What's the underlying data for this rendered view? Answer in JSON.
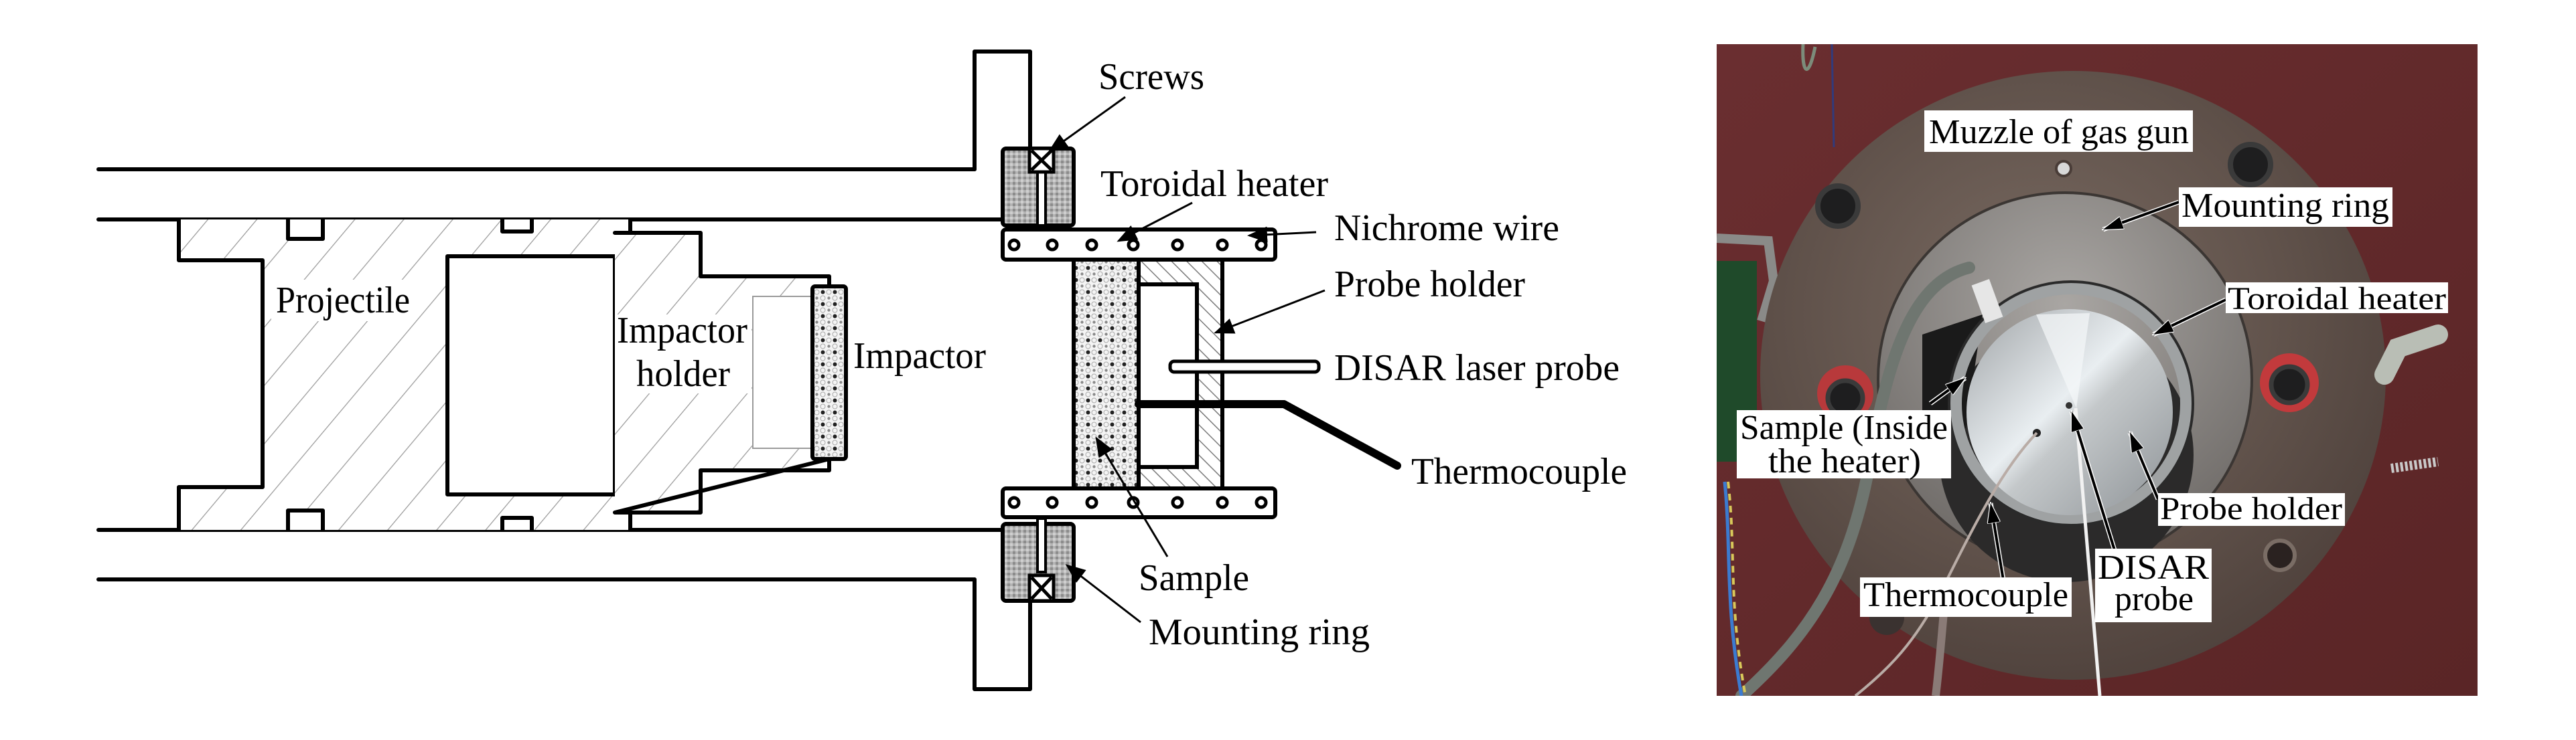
{
  "figure": {
    "schematic": {
      "labels": {
        "projectile": "Projectile",
        "impactor_holder_line1": "Impactor",
        "impactor_holder_line2": "holder",
        "impactor": "Impactor",
        "screws": "Screws",
        "toroidal_heater": "Toroidal heater",
        "nichrome_wire": "Nichrome wire",
        "probe_holder": "Probe holder",
        "disar_laser_probe": "DISAR laser probe",
        "thermocouple": "Thermocouple",
        "sample": "Sample",
        "mounting_ring": "Mounting ring"
      }
    },
    "photo": {
      "labels": {
        "muzzle": "Muzzle of gas gun",
        "mounting_ring": "Mounting ring",
        "toroidal_heater": "Toroidal heater",
        "sample_line1": "Sample (Inside",
        "sample_line2": "the heater)",
        "probe_holder": "Probe holder",
        "thermocouple": "Thermocouple",
        "disar_line1": "DISAR",
        "disar_line2": "probe"
      },
      "colors": {
        "wall": "#6c3132",
        "flange": "#5e5049",
        "mounting_ring": "#8e8a86",
        "holder_body": "#2b2a2a",
        "disk": "#b8babc"
      }
    }
  }
}
